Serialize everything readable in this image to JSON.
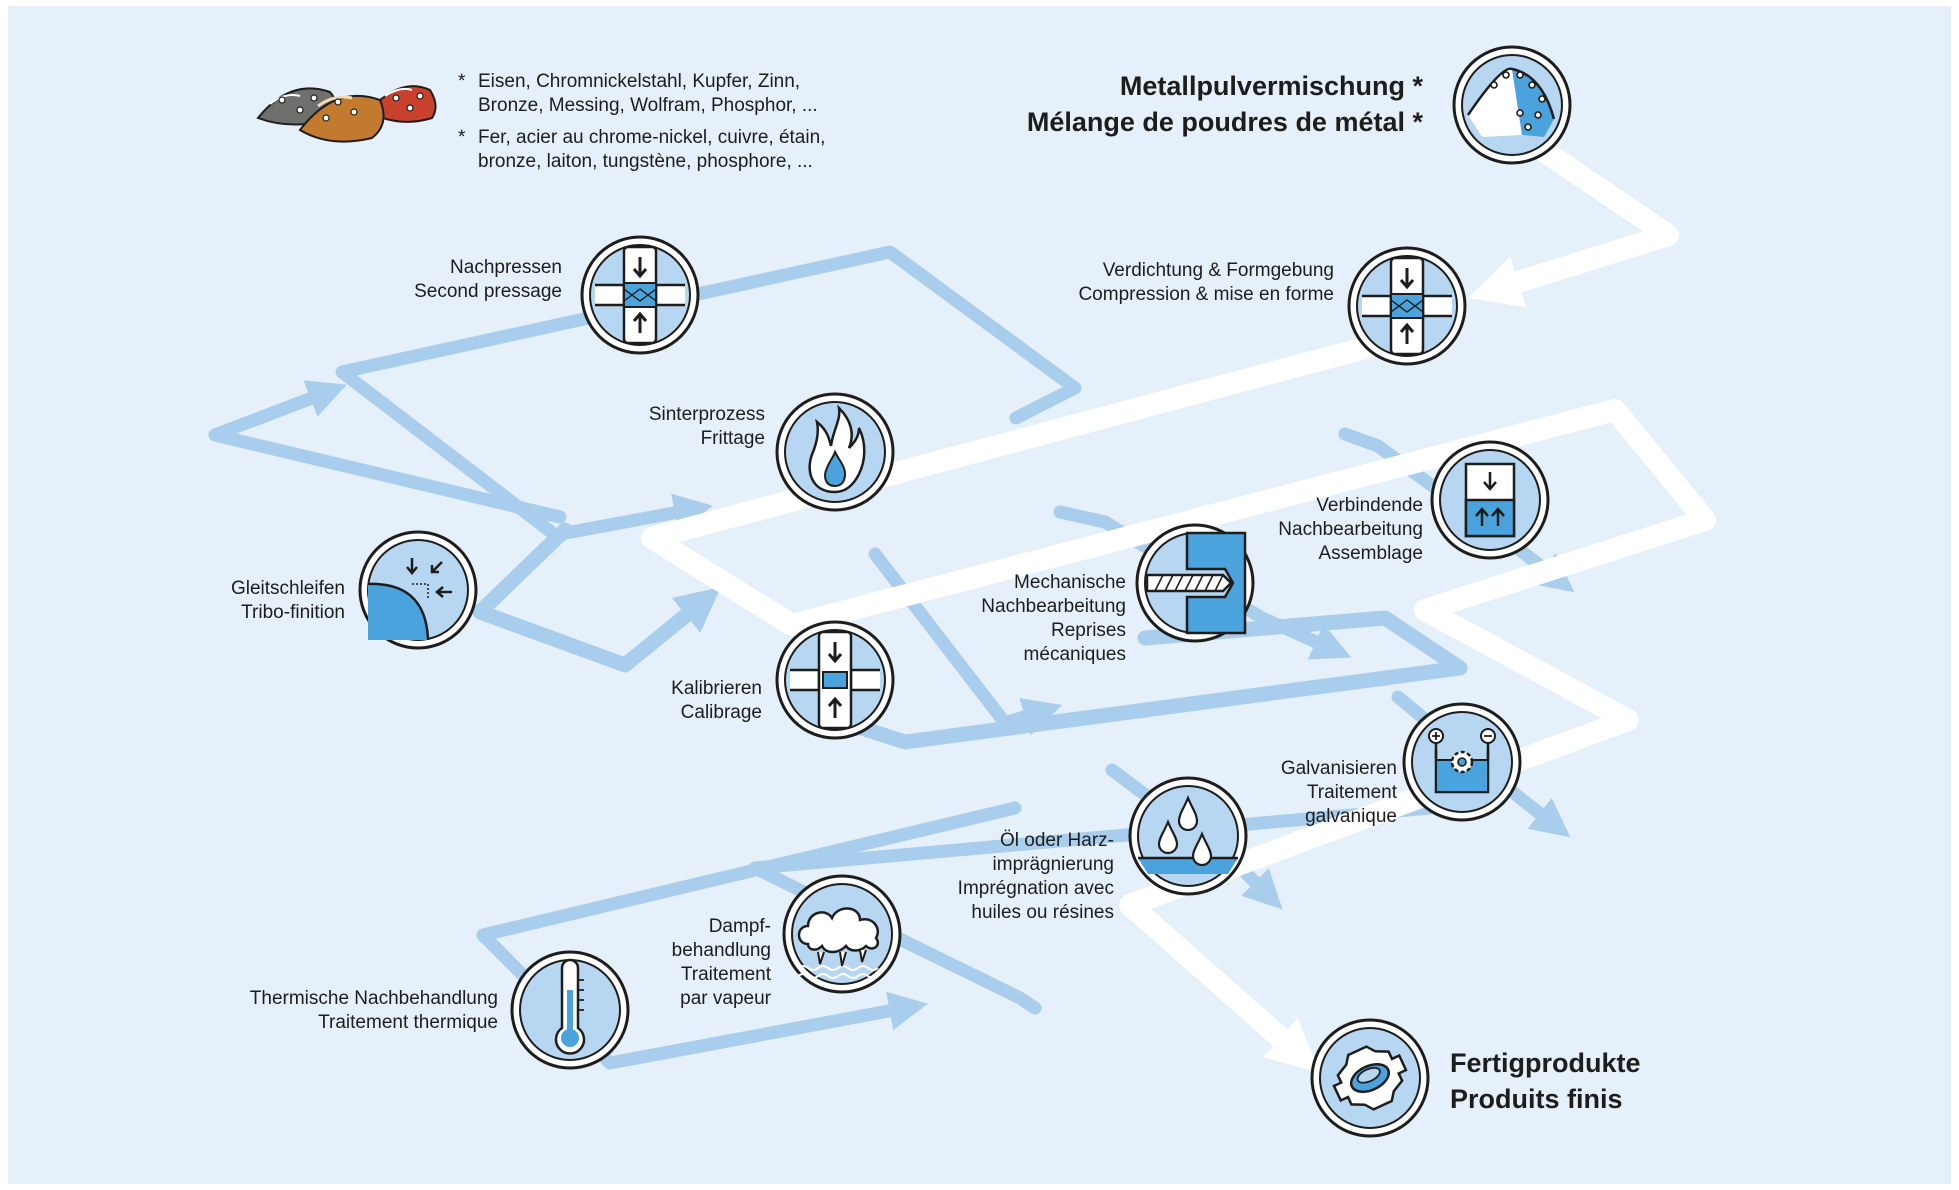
{
  "title": {
    "de": "Metallpulvermischung *",
    "fr": "Mélange de poudres de métal *"
  },
  "materials_note": {
    "de_line1": "Eisen, Chromnickelstahl, Kupfer, Zinn,",
    "de_line2": "Bronze, Messing, Wolfram, Phosphor, ...",
    "fr_line1": "Fer, acier au chrome-nickel, cuivre, étain,",
    "fr_line2": "bronze, laiton, tungstène, phosphore, ...",
    "asterisk": "*"
  },
  "steps": [
    {
      "id": "compaction",
      "icon": "press-icon",
      "lines": [
        "Verdichtung & Formgebung",
        "Compression & mise en forme"
      ]
    },
    {
      "id": "second-pressing",
      "icon": "press-icon",
      "lines": [
        "Nachpressen",
        "Second pressage"
      ]
    },
    {
      "id": "sintering",
      "icon": "flame-icon",
      "lines": [
        "Sinterprozess",
        "Frittage"
      ]
    },
    {
      "id": "tribo-finishing",
      "icon": "tribo-icon",
      "lines": [
        "Gleitschleifen",
        "Tribo-finition"
      ]
    },
    {
      "id": "calibration",
      "icon": "calibration-icon",
      "lines": [
        "Kalibrieren",
        "Calibrage"
      ]
    },
    {
      "id": "mechanical",
      "icon": "drill-icon",
      "lines": [
        "Mechanische",
        "Nachbearbeitung",
        "Reprises",
        "mécaniques"
      ]
    },
    {
      "id": "assembly",
      "icon": "assembly-icon",
      "lines": [
        "Verbindende",
        "Nachbearbeitung",
        "Assemblage"
      ]
    },
    {
      "id": "galvanic",
      "icon": "galvanic-icon",
      "lines": [
        "Galvanisieren",
        "Traitement",
        "galvanique"
      ]
    },
    {
      "id": "impregnation",
      "icon": "droplets-icon",
      "lines": [
        "Öl oder Harz-",
        "imprägnierung",
        "Imprégnation avec",
        "huiles ou résines"
      ]
    },
    {
      "id": "steam",
      "icon": "steam-icon",
      "lines": [
        "Dampf-",
        "behandlung",
        "Traitement",
        "par vapeur"
      ]
    },
    {
      "id": "heat",
      "icon": "thermometer-icon",
      "lines": [
        "Thermische Nachbehandlung",
        "Traitement thermique"
      ]
    }
  ],
  "final_product": {
    "de": "Fertigprodukte",
    "fr": "Produits finis"
  },
  "colors": {
    "background": "#e6f0fa",
    "main_path": "#ffffff",
    "side_path": "#a9cdec",
    "icon_fill": "#b7d6f2",
    "icon_accent": "#4aa3dd",
    "outline": "#1d1d1b"
  }
}
